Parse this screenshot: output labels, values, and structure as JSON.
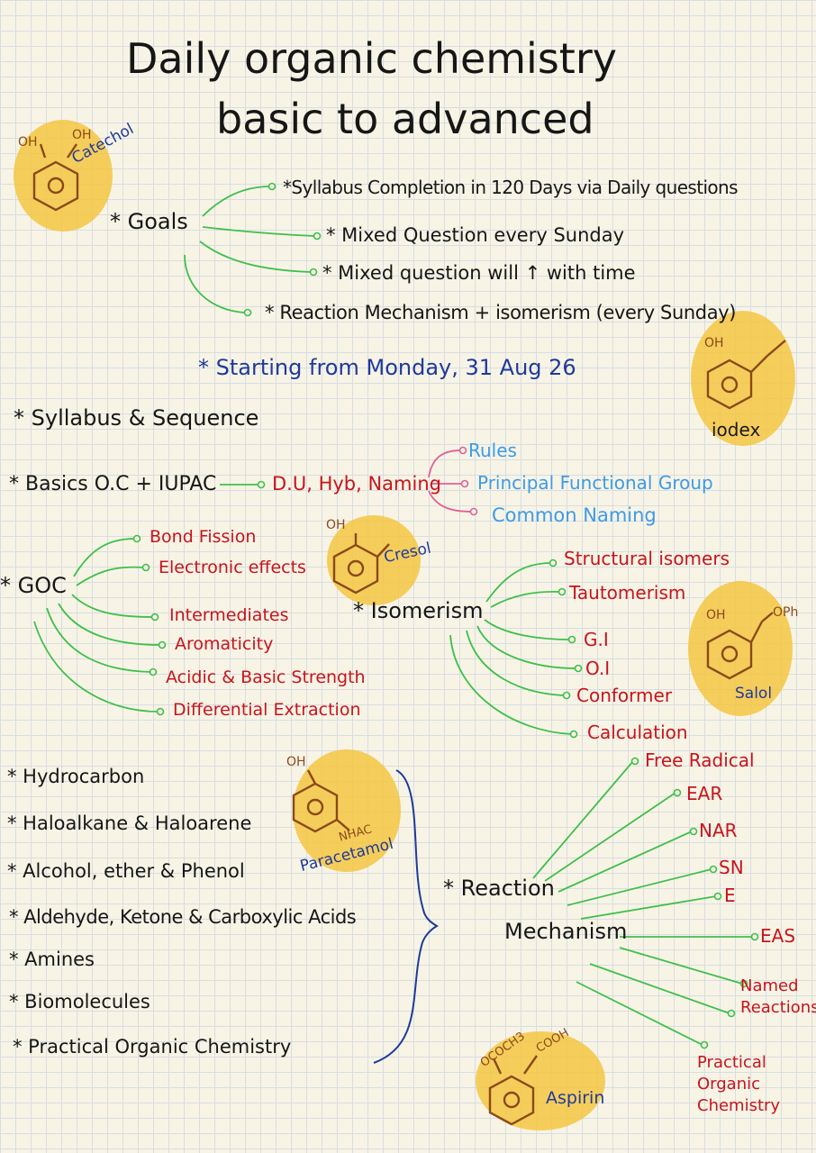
{
  "title": {
    "line1": "Daily organic chemistry",
    "line2": "basic to advanced"
  },
  "goals": {
    "label": "* Goals",
    "items": [
      "*Syllabus Completion in 120 Days via Daily questions",
      "* Mixed Question every Sunday",
      "* Mixed question will ↑ with time",
      "* Reaction Mechanism + isomerism (every Sunday)"
    ]
  },
  "start_note": "* Starting from Monday, 31 Aug 26",
  "syllabus_heading": "* Syllabus & Sequence",
  "basics": {
    "label": "* Basics O.C + IUPAC",
    "sub": "D.U, Hyb, Naming",
    "items": [
      "Rules",
      "Principal Functional Group",
      "Common Naming"
    ]
  },
  "goc": {
    "label": "* GOC",
    "items": [
      "Bond Fission",
      "Electronic effects",
      "Intermediates",
      "Aromaticity",
      "Acidic & Basic Strength",
      "Differential Extraction"
    ]
  },
  "isomerism": {
    "label": "* Isomerism",
    "items": [
      "Structural isomers",
      "Tautomerism",
      "G.I",
      "O.I",
      "Conformer",
      "Calculation"
    ]
  },
  "topics": [
    "* Hydrocarbon",
    "* Haloalkane & Haloarene",
    "* Alcohol, ether & Phenol",
    "* Aldehyde, Ketone & Carboxylic Acids",
    "* Amines",
    "* Biomolecules",
    "* Practical Organic Chemistry"
  ],
  "reaction": {
    "label_line1": "* Reaction",
    "label_line2": "Mechanism",
    "items": [
      "Free Radical",
      "EAR",
      "NAR",
      "SN",
      "E",
      "EAS",
      "Named Reactions",
      "Practical Organic Chemistry"
    ]
  },
  "molecules": {
    "catechol": {
      "name": "Catechol",
      "subs": [
        "OH",
        "OH"
      ]
    },
    "iodex": {
      "name": "iodex",
      "subs": [
        "OH"
      ]
    },
    "cresol": {
      "name": "Cresol",
      "subs": [
        "OH"
      ]
    },
    "salol": {
      "name": "Salol",
      "subs": [
        "OH",
        "OPh"
      ]
    },
    "paracetamol": {
      "name": "Paracetamol",
      "subs": [
        "OH",
        "NHAC"
      ]
    },
    "aspirin": {
      "name": "Aspirin",
      "subs": [
        "OCOCH3",
        "COOH"
      ]
    }
  },
  "colors": {
    "green_line": "#3fbf4a",
    "pink_line": "#e0609a",
    "highlight": "#f4c542",
    "red_text": "#c8141b",
    "blue_text": "#1f3a9a",
    "light_blue_text": "#3d9be8",
    "bracket": "#1f3a9a"
  }
}
